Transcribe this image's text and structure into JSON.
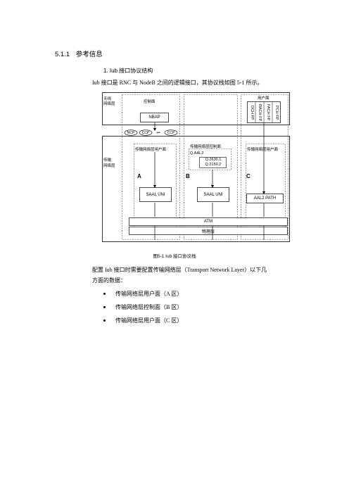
{
  "section": {
    "number": "5.1.1",
    "title": "参考信息"
  },
  "subsection": {
    "label": "1. Iub 接口协议结构"
  },
  "intro": {
    "text": "Iub 接口是 RNC 与 NodeB 之间的逻辑接口，其协议栈如图 5-1 所示。"
  },
  "diagram": {
    "radio_layer_label": [
      "无线",
      "网络层"
    ],
    "transport_layer_label": [
      "传输",
      "网络层"
    ],
    "control_plane_label": "控制面",
    "user_plane_label": "用户面",
    "nbap": "NBAP",
    "user_plane_fps": [
      "PCH FP",
      "FACH FP",
      "RACH FP",
      "DCH FP"
    ],
    "ports": [
      "NCP",
      "CCP",
      "CCP"
    ],
    "ellipsis": "•••",
    "zone_a_title": "传输网络层用户面",
    "zone_b_title": "传输网络层控制面",
    "zone_c_title": "传输网络层用户面",
    "q_aal2": "Q.AAL2",
    "q2630": "Q.2630.1",
    "q2150": "Q.2150.2",
    "letter_a": "A",
    "letter_b": "B",
    "letter_c": "C",
    "saal_a": "SAAL UNI",
    "saal_b": "SAAL UNI",
    "aal2_path": "AAL2 PATH",
    "atm": "ATM",
    "physical": "物理层"
  },
  "figure_caption": "图5-1  Iub 接口协议栈",
  "config_text": {
    "line1": "配置 Iub 接口时需要配置传输网络层（Transport Network Layer）以下几",
    "line2": "方面的数据："
  },
  "bullets": [
    "传输网络层用户面（A 区）",
    "传输网络层控制面（B 区）",
    "传输网络层用户面（C 区）"
  ]
}
